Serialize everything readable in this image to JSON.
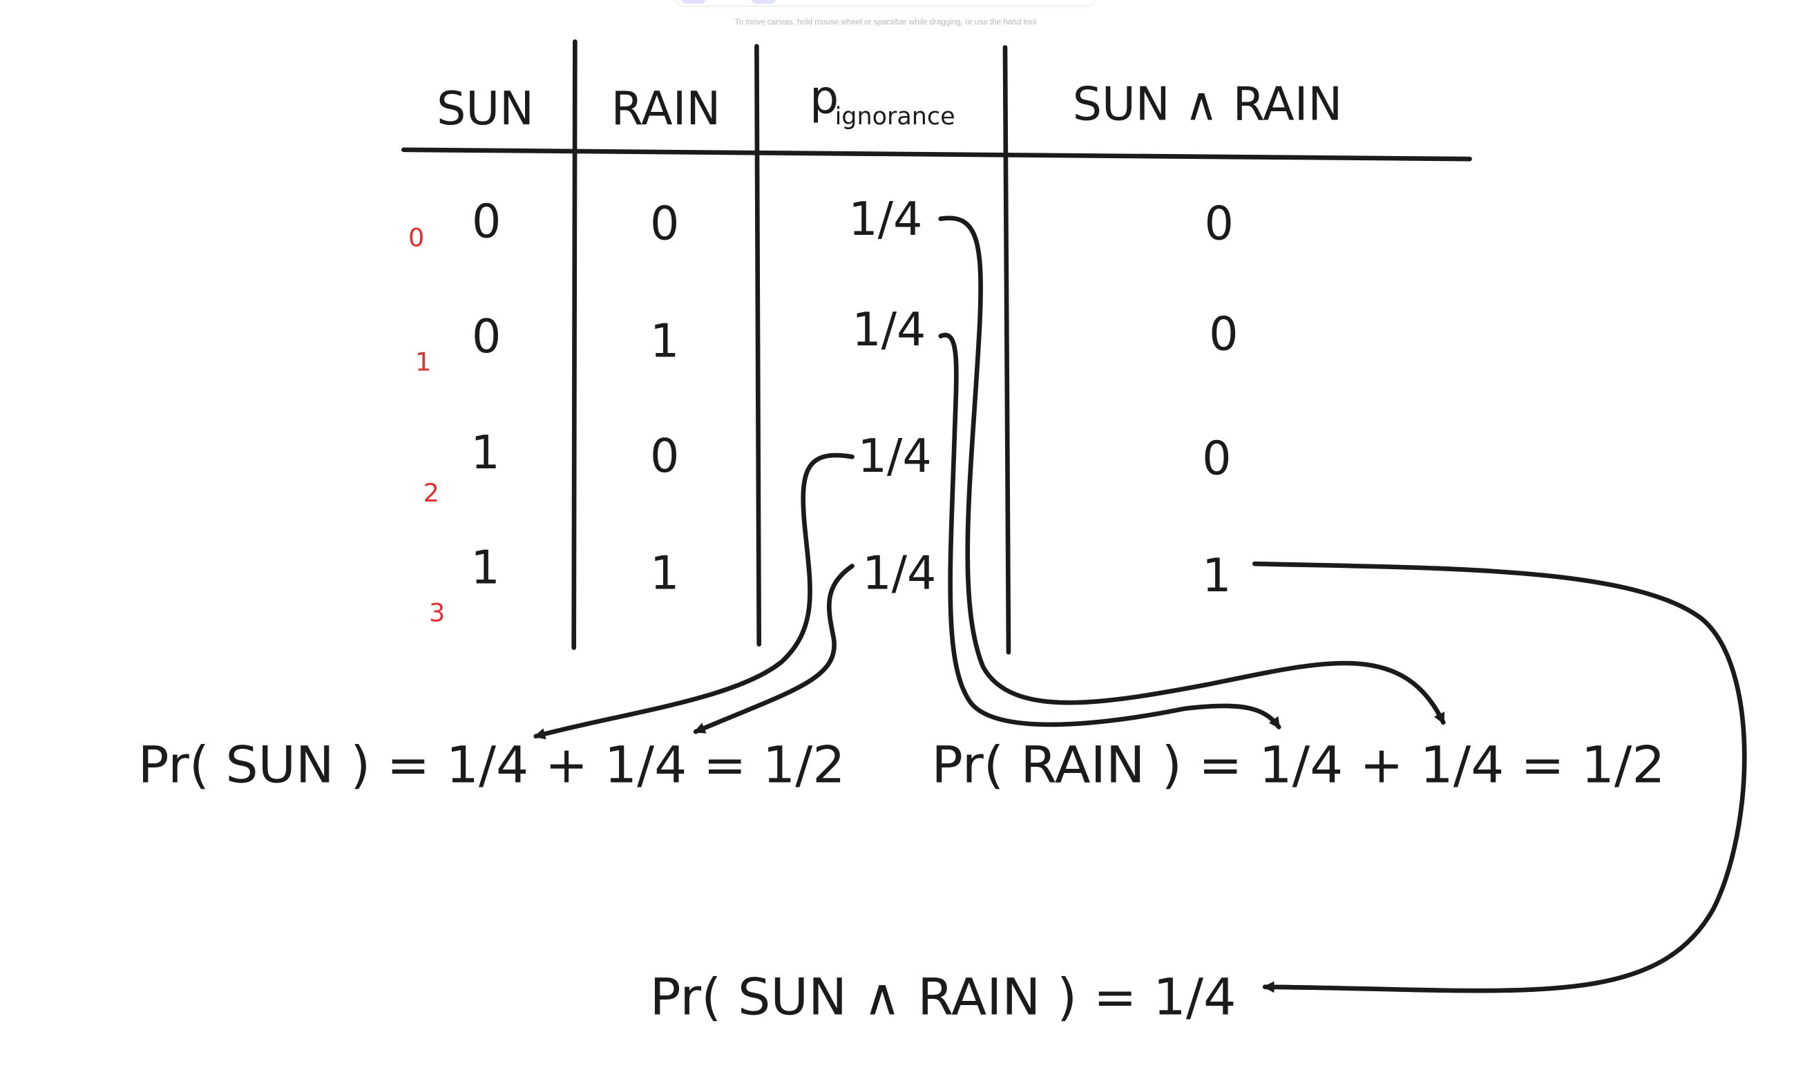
{
  "canvas_hint": "To move canvas, hold mouse wheel or spacebar while dragging, or use the hand tool",
  "table": {
    "headers": [
      "SUN",
      "RAIN",
      "p",
      "ignorance",
      "SUN ∧ RAIN"
    ],
    "row_indices": [
      "0",
      "1",
      "2",
      "3"
    ],
    "rows": [
      [
        "0",
        "0",
        "1/4",
        "0"
      ],
      [
        "0",
        "1",
        "1/4",
        "0"
      ],
      [
        "1",
        "0",
        "1/4",
        "0"
      ],
      [
        "1",
        "1",
        "1/4",
        "1"
      ]
    ]
  },
  "formulas": {
    "pr_sun": "Pr( SUN ) = 1/4 + 1/4 = 1/2",
    "pr_rain": "Pr( RAIN ) = 1/4 + 1/4 = 1/2",
    "pr_sun_and_rain": "Pr( SUN ∧ RAIN ) = 1/4"
  },
  "colors": {
    "ink": "#1b1b1b",
    "index": "#e03131",
    "toolbar_pill": "#e0dfff"
  }
}
